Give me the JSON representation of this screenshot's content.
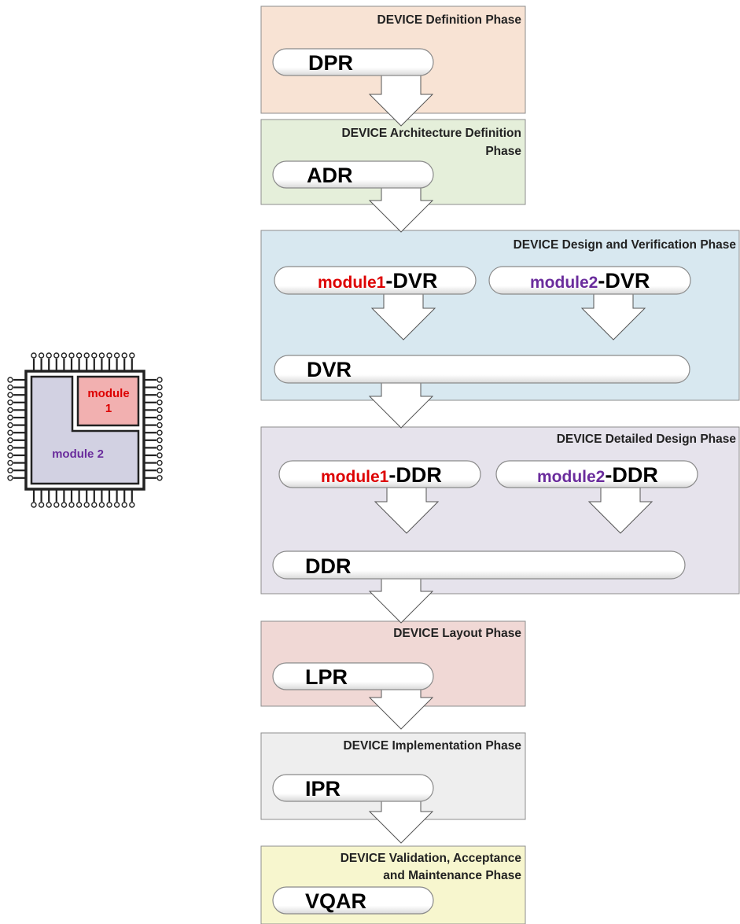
{
  "colors": {
    "definition": "#f8e3d4",
    "architecture": "#e5efda",
    "design_verification": "#d8e8f0",
    "detailed_design": "#e6e3ec",
    "layout": "#f0d8d5",
    "implementation": "#eeeeee",
    "validation": "#f7f6ce",
    "module1": "#dd0000",
    "module2": "#6a2c9c",
    "chip_module1_fill": "#f2b0b0",
    "chip_module2_fill": "#d2d1e2"
  },
  "phases": {
    "definition": {
      "title": "DEVICE Definition Phase",
      "review": "DPR"
    },
    "architecture": {
      "title_line1": "DEVICE Architecture Definition",
      "title_line2": "Phase",
      "review": "ADR"
    },
    "design_verification": {
      "title": "DEVICE Design and Verification Phase",
      "m1_name": "module1",
      "m1_sep": "-",
      "m1_review": "DVR",
      "m2_name": "module2",
      "m2_sep": "-",
      "m2_review": "DVR",
      "review": "DVR"
    },
    "detailed_design": {
      "title": "DEVICE Detailed Design Phase",
      "m1_name": "module1",
      "m1_sep": "-",
      "m1_review": "DDR",
      "m2_name": "module2",
      "m2_sep": "-",
      "m2_review": "DDR",
      "review": "DDR"
    },
    "layout": {
      "title": "DEVICE Layout Phase",
      "review": "LPR"
    },
    "implementation": {
      "title": "DEVICE Implementation Phase",
      "review": "IPR"
    },
    "validation": {
      "title_line1": "DEVICE Validation, Acceptance",
      "title_line2": "and Maintenance Phase",
      "review": "VQAR"
    }
  },
  "chip": {
    "module1_line1": "module",
    "module1_line2": "1",
    "module2": "module 2"
  }
}
